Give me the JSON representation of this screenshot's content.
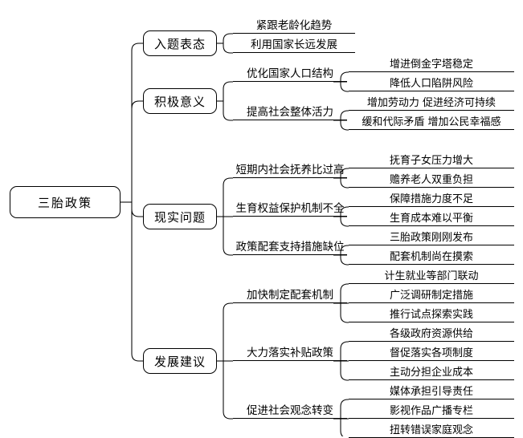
{
  "diagram": {
    "type": "mind-map",
    "title": "三胎政策",
    "root": {
      "label": "三胎政策"
    },
    "branches": [
      {
        "label": "入题表态",
        "children": [
          {
            "label": "紧跟老龄化趋势",
            "children": []
          },
          {
            "label": "利用国家长远发展",
            "children": []
          }
        ]
      },
      {
        "label": "积极意义",
        "children": [
          {
            "label": "优化国家人口结构",
            "children": [
              {
                "label": "增进倒金字塔稳定"
              },
              {
                "label": "降低人口陷阱风险"
              }
            ]
          },
          {
            "label": "提高社会整体活力",
            "children": [
              {
                "label": "增加劳动力  促进经济可持续"
              },
              {
                "label": "缓和代际矛盾  增加公民幸福感"
              }
            ]
          }
        ]
      },
      {
        "label": "现实问题",
        "children": [
          {
            "label": "短期内社会抚养比过高",
            "children": [
              {
                "label": "抚育子女压力增大"
              },
              {
                "label": "赡养老人双重负担"
              }
            ]
          },
          {
            "label": "生育权益保护机制不全",
            "children": [
              {
                "label": "保障措施力度不足"
              },
              {
                "label": "生育成本难以平衡"
              }
            ]
          },
          {
            "label": "政策配套支持措施缺位",
            "children": [
              {
                "label": "三胎政策刚刚发布"
              },
              {
                "label": "配套机制尚在摸索"
              }
            ]
          }
        ]
      },
      {
        "label": "发展建议",
        "children": [
          {
            "label": "加快制定配套机制",
            "children": [
              {
                "label": "计生就业等部门联动"
              },
              {
                "label": "广泛调研制定措施"
              },
              {
                "label": "推行试点探索实践"
              }
            ]
          },
          {
            "label": "大力落实补贴政策",
            "children": [
              {
                "label": "各级政府资源供给"
              },
              {
                "label": "督促落实各项制度"
              },
              {
                "label": "主动分担企业成本"
              }
            ]
          },
          {
            "label": "促进社会观念转变",
            "children": [
              {
                "label": "媒体承担引导责任"
              },
              {
                "label": "影视作品广播专栏"
              },
              {
                "label": "扭转错误家庭观念"
              }
            ]
          }
        ]
      }
    ],
    "colors": {
      "stroke": "#000000",
      "background": "#ffffff",
      "text": "#000000"
    }
  }
}
